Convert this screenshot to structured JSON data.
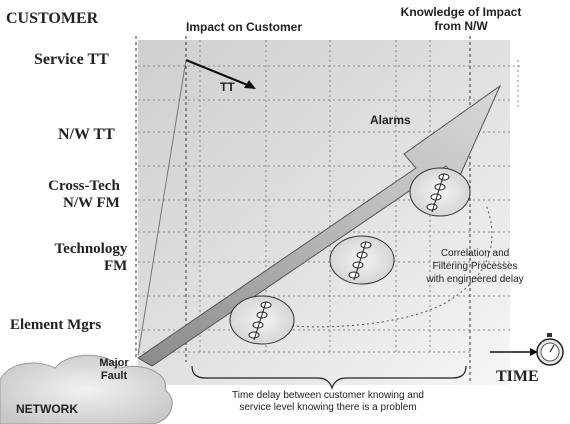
{
  "header": {
    "customer_label": "CUSTOMER",
    "impact_on_customer": "Impact on Customer",
    "knowledge_of_impact_line1": "Knowledge of Impact",
    "knowledge_of_impact_line2": "from N/W"
  },
  "levels": {
    "service_tt": "Service TT",
    "nw_tt": "N/W TT",
    "cross_tech_line1": "Cross-Tech",
    "cross_tech_line2": "N/W FM",
    "technology_line1": "Technology",
    "technology_line2": "FM",
    "element_mgrs": "Element Mgrs"
  },
  "annotations": {
    "tt": "TT",
    "alarms": "Alarms",
    "correlation_line1": "Correlation and",
    "correlation_line2": "Filtering Processes",
    "correlation_line3": "with engineered delay",
    "major_fault_line1": "Major",
    "major_fault_line2": "Fault",
    "network": "NETWORK",
    "time": "TIME",
    "delay_line1": "Time delay between customer knowing and",
    "delay_line2": "service level knowing there is a problem"
  }
}
